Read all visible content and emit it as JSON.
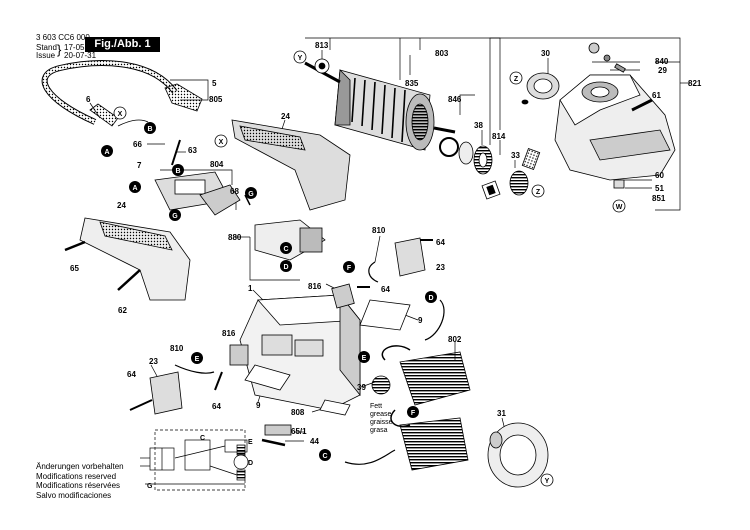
{
  "header": {
    "doc_number": "3 603 CC6 000",
    "stand_label": "Stand",
    "issue_label": "Issue",
    "stand_value": "17-05",
    "issue_value": "20-07-31",
    "figure_label": "Fig./Abb. 1"
  },
  "notes": [
    "Änderungen vorbehalten",
    "Modifications reserved",
    "Modifications réservées",
    "Salvo modificaciones"
  ],
  "grease_label": [
    "Fett",
    "grease",
    "graisse",
    "grasa"
  ],
  "part_numbers": {
    "p813": "813",
    "p803": "803",
    "p835": "835",
    "p30": "30",
    "p840": "840",
    "p29": "29",
    "p821": "821",
    "p61": "61",
    "p60": "60",
    "p51": "51",
    "p851": "851",
    "p846": "846",
    "p38": "38",
    "p814": "814",
    "p33": "33",
    "p5": "5",
    "p805": "805",
    "p6": "6",
    "p24a": "24",
    "p66": "66",
    "p63": "63",
    "p7": "7",
    "p804": "804",
    "p68": "68",
    "p880": "880",
    "p24b": "24",
    "p65": "65",
    "p62": "62",
    "p810a": "810",
    "p64a": "64",
    "p23a": "23",
    "p816a": "816",
    "p64b": "64",
    "p1": "1",
    "p9a": "9",
    "p802": "802",
    "p816b": "816",
    "p810b": "810",
    "p23b": "23",
    "p64c": "64",
    "p64d": "64",
    "p9b": "9",
    "p808": "808",
    "p39": "39",
    "p65_1": "65/1",
    "p44": "44",
    "p31": "31"
  },
  "callouts": {
    "Y": "Y",
    "X": "X",
    "B": "B",
    "A": "A",
    "G": "G",
    "C": "C",
    "D": "D",
    "E": "E",
    "F": "F",
    "Z": "Z",
    "W": "W"
  },
  "wiring_letters": {
    "C": "C",
    "E": "E",
    "D": "D",
    "G": "G"
  }
}
